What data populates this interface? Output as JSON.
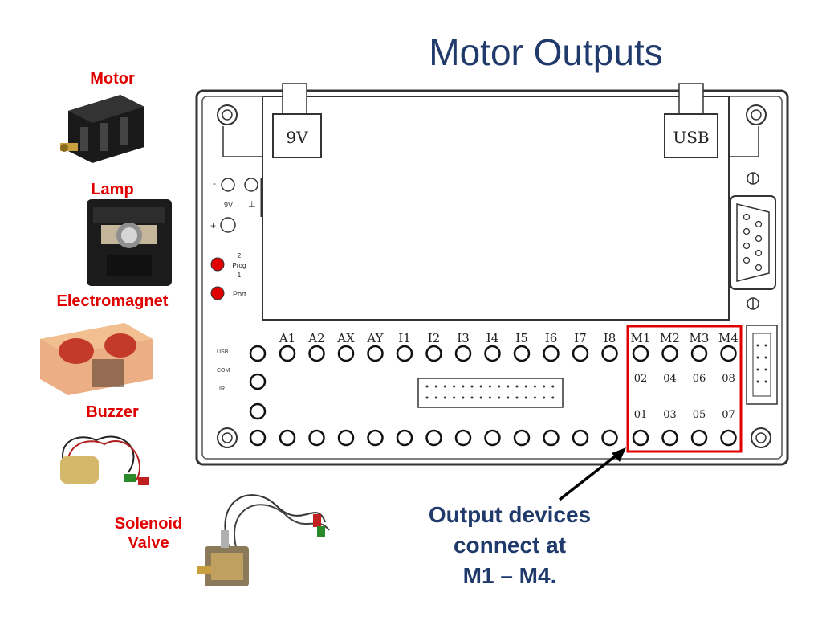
{
  "title": "Motor Outputs",
  "devices": [
    {
      "label": "Motor",
      "icon": "motor-icon"
    },
    {
      "label": "Lamp",
      "icon": "lamp-icon"
    },
    {
      "label": "Electromagnet",
      "icon": "electromagnet-icon"
    },
    {
      "label": "Buzzer",
      "icon": "buzzer-icon"
    },
    {
      "label": "Solenoid Valve",
      "icon": "solenoid-valve-icon"
    }
  ],
  "board": {
    "power_label": "9V",
    "usb_label": "USB",
    "jack_9v": "9V",
    "jack_plus": "+",
    "jack_minus": "-",
    "prog_label": [
      "2",
      "Prog",
      "1"
    ],
    "port_label": "Port",
    "side_labels": [
      "USB",
      "COM",
      "IR"
    ],
    "inputs": [
      "A1",
      "A2",
      "AX",
      "AY",
      "I1",
      "I2",
      "I3",
      "I4",
      "I5",
      "I6",
      "I7",
      "I8"
    ],
    "motors": [
      "M1",
      "M2",
      "M3",
      "M4"
    ],
    "outputs_even": [
      "02",
      "04",
      "06",
      "08"
    ],
    "outputs_odd": [
      "01",
      "03",
      "05",
      "07"
    ]
  },
  "note": [
    "Output devices",
    "connect at",
    "M1 – M4."
  ],
  "colors": {
    "title": "#1f3a6b",
    "device_label": "#e00000",
    "highlight": "#e00000",
    "led": "#e00000"
  }
}
